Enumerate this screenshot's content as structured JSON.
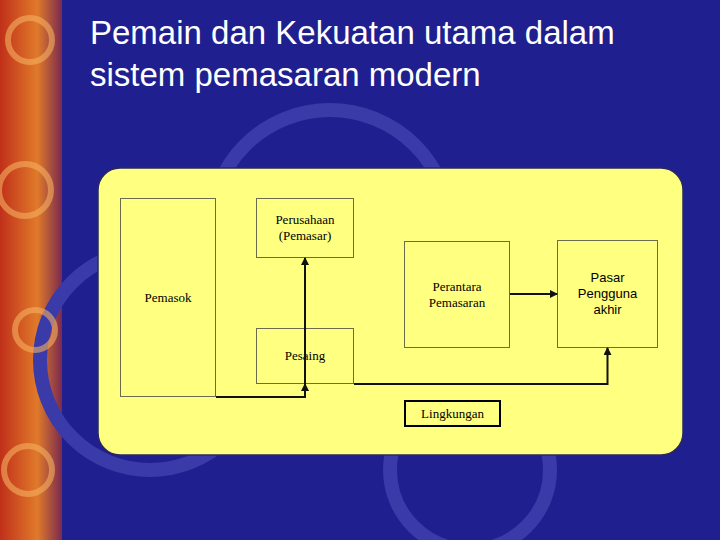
{
  "diagram": {
    "title": "Pemain dan Kekuatan utama dalam sistem pemasaran modern",
    "nodes": [
      {
        "text": [
          "Pemasok"
        ]
      },
      {
        "text": [
          "Perusahaan (Pemasar)"
        ]
      },
      {
        "text": [
          "Pesaing"
        ]
      },
      {
        "text": [
          "Perantara Pemasaran"
        ]
      },
      {
        "text": [
          "Pasar Pengguna akhir"
        ]
      },
      {
        "text": [
          "Lingkungan"
        ]
      }
    ],
    "edges": [
      {
        "from": 0,
        "to": 1,
        "arrow": "to"
      },
      {
        "from": 0,
        "to": 2,
        "arrow": "to"
      },
      {
        "from": 3,
        "to": 4,
        "arrow": "to"
      },
      {
        "from": 2,
        "to": 4,
        "arrow": "to"
      }
    ]
  }
}
